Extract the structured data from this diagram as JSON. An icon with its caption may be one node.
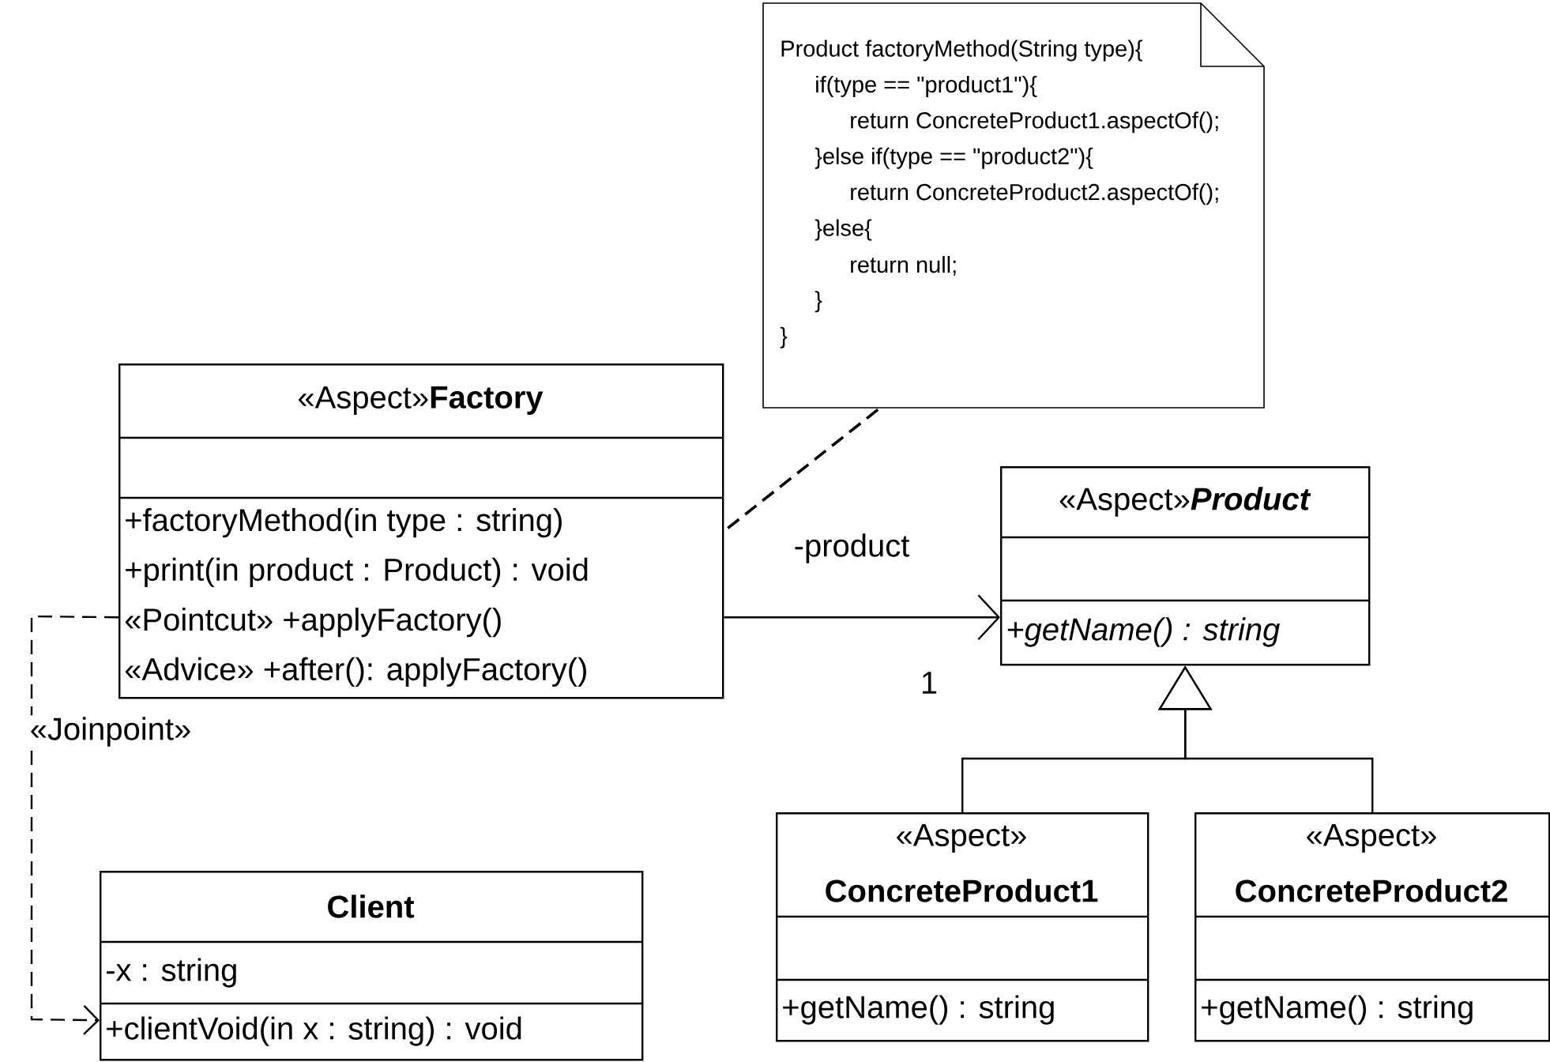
{
  "diagram": {
    "nodes": [
      {
        "text": [
          "Product factoryMethod(String type){",
          "if(type == \"product1\"){",
          "return ConcreteProduct1.aspectOf();",
          "}else if(type == \"product2\"){",
          "return ConcreteProduct2.aspectOf();",
          "}else{",
          "return null;",
          "}",
          "}"
        ]
      },
      {
        "text": [
          "«Aspect»",
          "Factory",
          "+factoryMethod(in type : string)",
          "+print(in product : Product) : void",
          "«Pointcut» +applyFactory()",
          "«Advice» +after(): applyFactory()"
        ]
      },
      {
        "text": [
          "«Aspect»",
          "Product",
          "+getName() : string"
        ]
      },
      {
        "text": [
          "«Aspect»",
          "ConcreteProduct1",
          "+getName() : string"
        ]
      },
      {
        "text": [
          "«Aspect»",
          "ConcreteProduct2",
          "+getName() : string"
        ]
      },
      {
        "text": [
          "Client",
          "-x : string",
          "+clientVoid(in x : string) : void"
        ]
      }
    ],
    "edges": [
      {
        "from": 1,
        "to": 2,
        "arrow": "to",
        "label": "-product"
      },
      {
        "from": 3,
        "to": 2,
        "arrow": "to"
      },
      {
        "from": 4,
        "to": 2,
        "arrow": "to"
      },
      {
        "from": 0,
        "to": 1,
        "arrow": "none",
        "style": "dashed"
      },
      {
        "from": 1,
        "to": 5,
        "arrow": "to",
        "style": "dashed",
        "label": "«Joinpoint»"
      }
    ],
    "labels": [
      "1"
    ]
  }
}
